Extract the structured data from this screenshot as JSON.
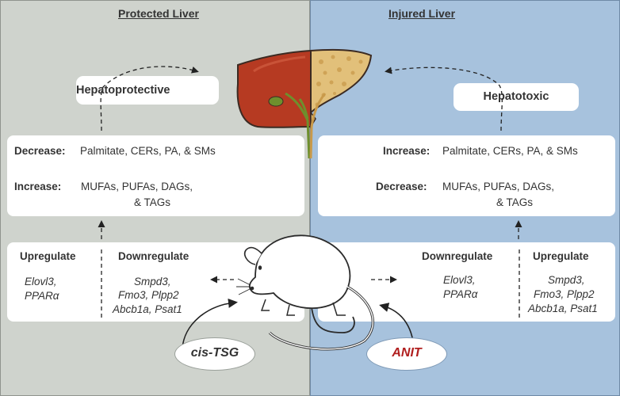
{
  "left": {
    "title": "Protected Liver",
    "effect": "Hepatoprotective",
    "decrease_label": "Decrease:",
    "decrease_items": "Palmitate, CERs, PA, & SMs",
    "increase_label": "Increase:",
    "increase_items_1": "MUFAs, PUFAs, DAGs,",
    "increase_items_2": "& TAGs",
    "up_label": "Upregulate",
    "up_genes_1": "Elovl3,",
    "up_genes_2": "PPARα",
    "down_label": "Downregulate",
    "down_genes_1": "Smpd3,",
    "down_genes_2": "Fmo3, Plpp2",
    "down_genes_3": "Abcb1a, Psat1",
    "treatment": "cis-TSG"
  },
  "right": {
    "title": "Injured Liver",
    "effect": "Hepatotoxic",
    "increase_label": "Increase:",
    "increase_items": "Palmitate, CERs, PA, & SMs",
    "decrease_label": "Decrease:",
    "decrease_items_1": "MUFAs, PUFAs, DAGs,",
    "decrease_items_2": "& TAGs",
    "down_label": "Downregulate",
    "down_genes_1": "Elovl3,",
    "down_genes_2": "PPARα",
    "up_label": "Upregulate",
    "up_genes_1": "Smpd3,",
    "up_genes_2": "Fmo3, Plpp2",
    "up_genes_3": "Abcb1a, Psat1",
    "treatment": "ANIT"
  },
  "colors": {
    "left_bg": "#cfd3cd",
    "right_bg": "#a7c2dd",
    "healthy_liver": "#b63a22",
    "fatty_liver": "#e2c07a",
    "anit_text": "#b01e1e"
  },
  "icons": [
    "liver-icon",
    "mouse-icon",
    "dashed-arrow-icon"
  ]
}
